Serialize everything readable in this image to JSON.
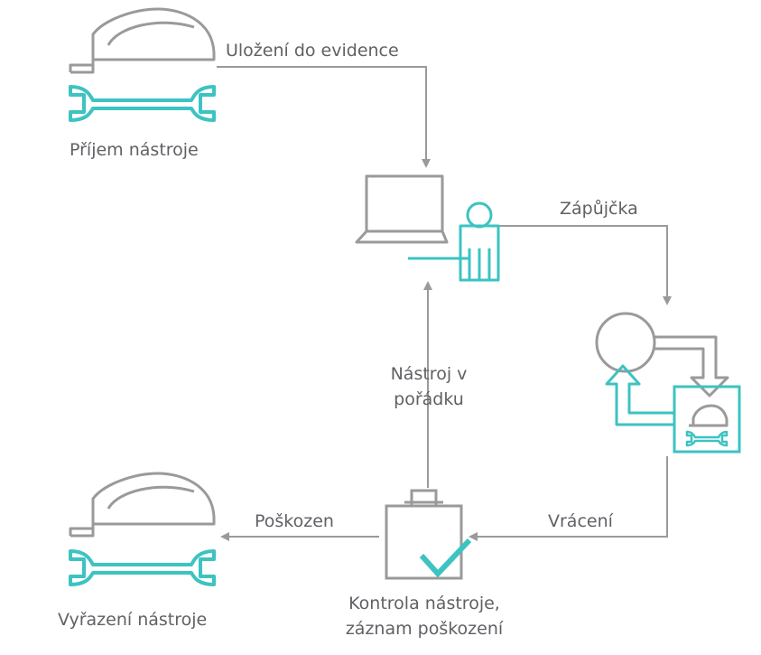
{
  "colors": {
    "gray": "#9a9a9a",
    "teal": "#3cc3c2",
    "text": "#5f6165"
  },
  "labels": {
    "store": "Uložení do evidence",
    "receive": "Příjem nástroje",
    "loan": "Zápůjčka",
    "tool_ok_1": "Nástroj v",
    "tool_ok_2": "pořádku",
    "returned": "Vrácení",
    "damaged": "Poškozen",
    "check_1": "Kontrola nástroje,",
    "check_2": "záznam poškození",
    "discard": "Vyřazení nástroje"
  },
  "icons": {
    "receive": "helmet-wrench-icon",
    "computer": "laptop-user-icon",
    "loan": "loan-cycle-icon",
    "check": "bag-check-icon",
    "discard": "helmet-wrench-icon"
  }
}
